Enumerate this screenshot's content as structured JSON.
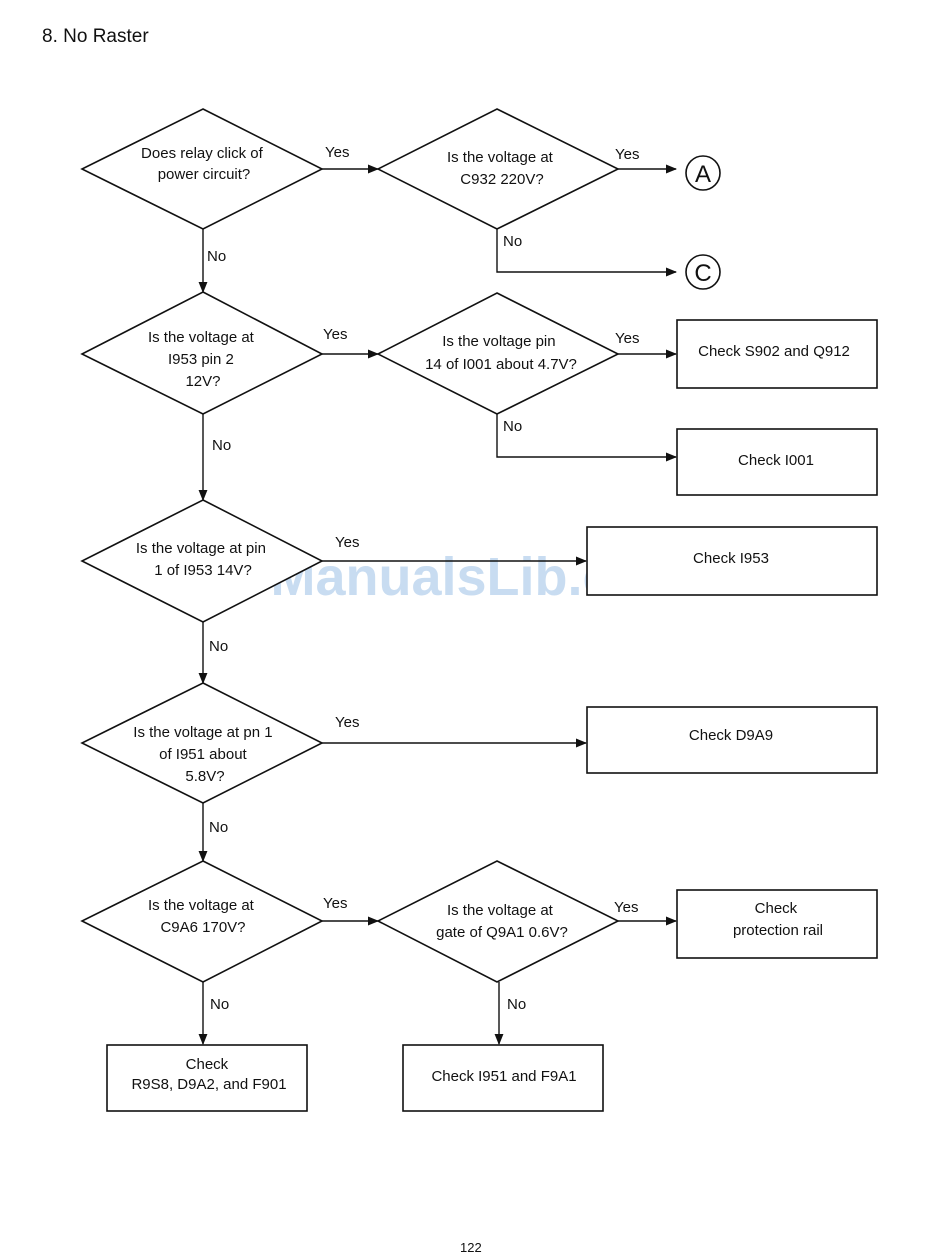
{
  "title": "8.  No Raster",
  "watermark": "ManualsLib.com",
  "page_number": "122",
  "decisions": {
    "d1": [
      "Does relay click of",
      "power circuit?"
    ],
    "d2": [
      "Is the voltage at",
      "C932 220V?"
    ],
    "d3": [
      "Is the voltage at",
      "I953 pin 2",
      "12V?"
    ],
    "d4": [
      "Is the voltage pin",
      "14 of I001 about 4.7V?"
    ],
    "d5": [
      "Is the voltage at pin",
      "1 of I953 14V?"
    ],
    "d6": [
      "Is the voltage at pn 1",
      "of I951 about",
      "5.8V?"
    ],
    "d7": [
      "Is the voltage at",
      "C9A6 170V?"
    ],
    "d8": [
      "Is the voltage at",
      "gate of Q9A1 0.6V?"
    ]
  },
  "actions": {
    "b1": [
      "Check S902 and Q912"
    ],
    "b2": [
      "Check I001"
    ],
    "b3": [
      "Check I953"
    ],
    "b4": [
      "Check D9A9"
    ],
    "b5": [
      "Check",
      "protection rail"
    ],
    "b6": [
      "Check",
      "R9S8, D9A2, and F901"
    ],
    "b7": [
      "Check I951 and F9A1"
    ]
  },
  "connectors": {
    "a": "A",
    "c": "C"
  },
  "labels": {
    "yes": "Yes",
    "no": "No"
  }
}
